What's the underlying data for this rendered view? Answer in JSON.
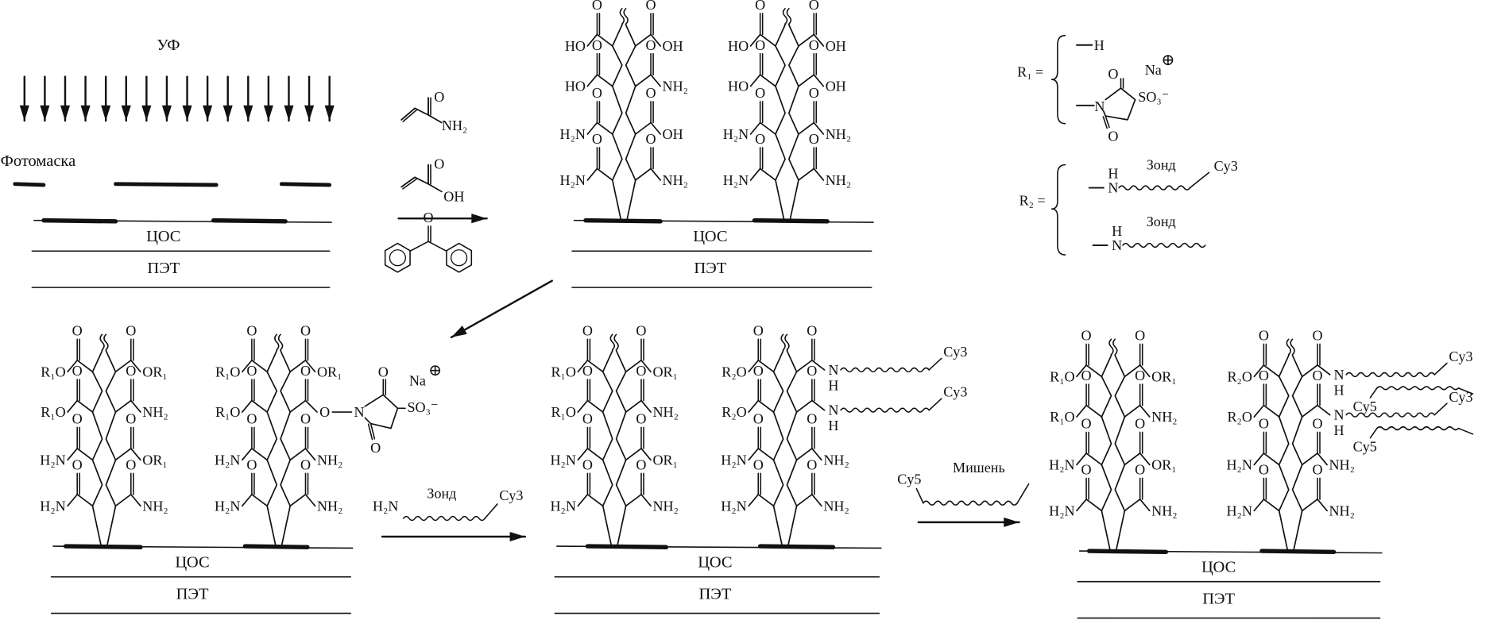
{
  "common": {
    "o": "O",
    "substrate_top": "ЦОС",
    "substrate_bottom": "ПЭТ"
  },
  "step1": {
    "uv": "УФ",
    "photomask": "Фотомаска",
    "uv_arrow_count": 16
  },
  "reagents": {
    "acrylamide_group": "NH₂",
    "acrylic_acid_group": "OH",
    "carbonyl_o": "O"
  },
  "definitions": {
    "r1_label": "R₁ =",
    "r1_h": "H",
    "r1_n": "N",
    "r1_ring_o": "O",
    "r1_sulfo": "SO₃⁻",
    "r1_counter_ion": "Na",
    "r1_charge": "⊕",
    "r2_label": "R₂ =",
    "r2_n": "N",
    "r2_h": "H",
    "r2_probe": "Зонд",
    "r2_dye": "Cy3"
  },
  "probe_reagent": {
    "amine": "H₂N",
    "probe": "Зонд",
    "dye": "Cy3"
  },
  "target_reagent": {
    "dye": "Cy5",
    "target": "Мишень"
  },
  "panels": [
    {
      "trees": [
        {
          "left": [
            "HO",
            "HO",
            "H₂N",
            "H₂N"
          ],
          "right": [
            "OH",
            "NH₂",
            "OH",
            "NH₂"
          ]
        },
        {
          "left": [
            "HO",
            "HO",
            "H₂N",
            "H₂N"
          ],
          "right": [
            "OH",
            "OH",
            "NH₂",
            "NH₂"
          ]
        }
      ]
    },
    {
      "trees": [
        {
          "left": [
            "R₁O",
            "R₁O",
            "H₂N",
            "H₂N"
          ],
          "right": [
            "OR₁",
            "NH₂",
            "OR₁",
            "NH₂"
          ]
        },
        {
          "left": [
            "R₁O",
            "R₁O",
            "H₂N",
            "H₂N"
          ],
          "right": [
            "OR₁",
            {
              "o": "O",
              "n": "N",
              "ring_o": "O",
              "sulfo": "SO₃⁻",
              "counter_ion": "Na",
              "charge": "⊕"
            },
            "NH₂",
            "NH₂"
          ]
        }
      ]
    },
    {
      "trees": [
        {
          "left": [
            "R₁O",
            "R₁O",
            "H₂N",
            "H₂N"
          ],
          "right": [
            "OR₁",
            "NH₂",
            "OR₁",
            "NH₂"
          ]
        },
        {
          "left": [
            "R₂O",
            "R₂O",
            "H₂N",
            "H₂N"
          ],
          "right": [
            {
              "n": "N",
              "h": "H",
              "dye": "Cy3"
            },
            {
              "n": "N",
              "h": "H",
              "dye": "Cy3"
            },
            "NH₂",
            "NH₂"
          ]
        }
      ]
    },
    {
      "trees": [
        {
          "left": [
            "R₁O",
            "R₁O",
            "H₂N",
            "H₂N"
          ],
          "right": [
            "OR₁",
            "NH₂",
            "OR₁",
            "NH₂"
          ]
        },
        {
          "left": [
            "R₂O",
            "R₂O",
            "H₂N",
            "H₂N"
          ],
          "right": [
            {
              "n": "N",
              "h": "H",
              "dye": "Cy3",
              "target_dye": "Cy5"
            },
            {
              "n": "N",
              "h": "H",
              "dye": "Cy3",
              "target_dye": "Cy5"
            },
            "NH₂",
            "NH₂"
          ]
        }
      ]
    }
  ]
}
